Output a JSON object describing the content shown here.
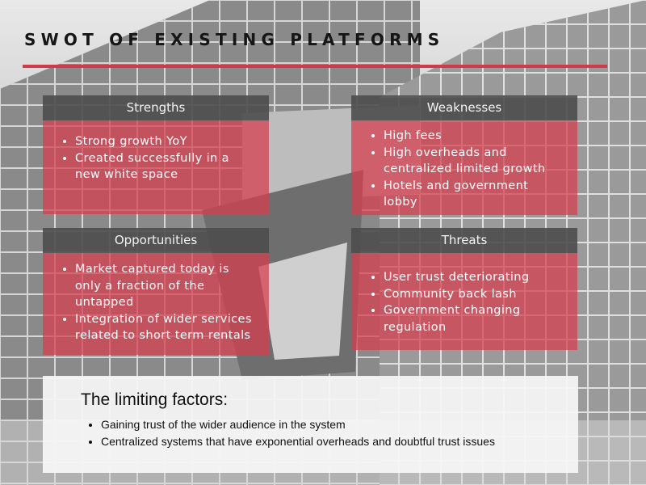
{
  "title": "SWOT OF EXISTING PLATFORMS",
  "colors": {
    "accent": "#d13a46",
    "card_header": "#4c4c4c",
    "card_body": "#d63e50",
    "limiting_box": "#f6f6f6"
  },
  "swot": {
    "strengths": {
      "heading": "Strengths",
      "items": [
        "Strong growth YoY",
        "Created successfully in a new white space"
      ]
    },
    "weaknesses": {
      "heading": "Weaknesses",
      "items": [
        "High fees",
        "High overheads and centralized limited growth",
        "Hotels and government lobby"
      ]
    },
    "opportunities": {
      "heading": "Opportunities",
      "items": [
        "Market captured today is only a fraction of the untapped",
        "Integration of wider services related to short term rentals"
      ]
    },
    "threats": {
      "heading": "Threats",
      "items": [
        "User trust deteriorating",
        "Community back lash",
        "Government changing regulation"
      ]
    }
  },
  "limiting_factors": {
    "heading": "The limiting factors:",
    "items": [
      "Gaining trust of the wider audience in the system",
      "Centralized systems that have exponential overheads and doubtful trust issues"
    ]
  }
}
